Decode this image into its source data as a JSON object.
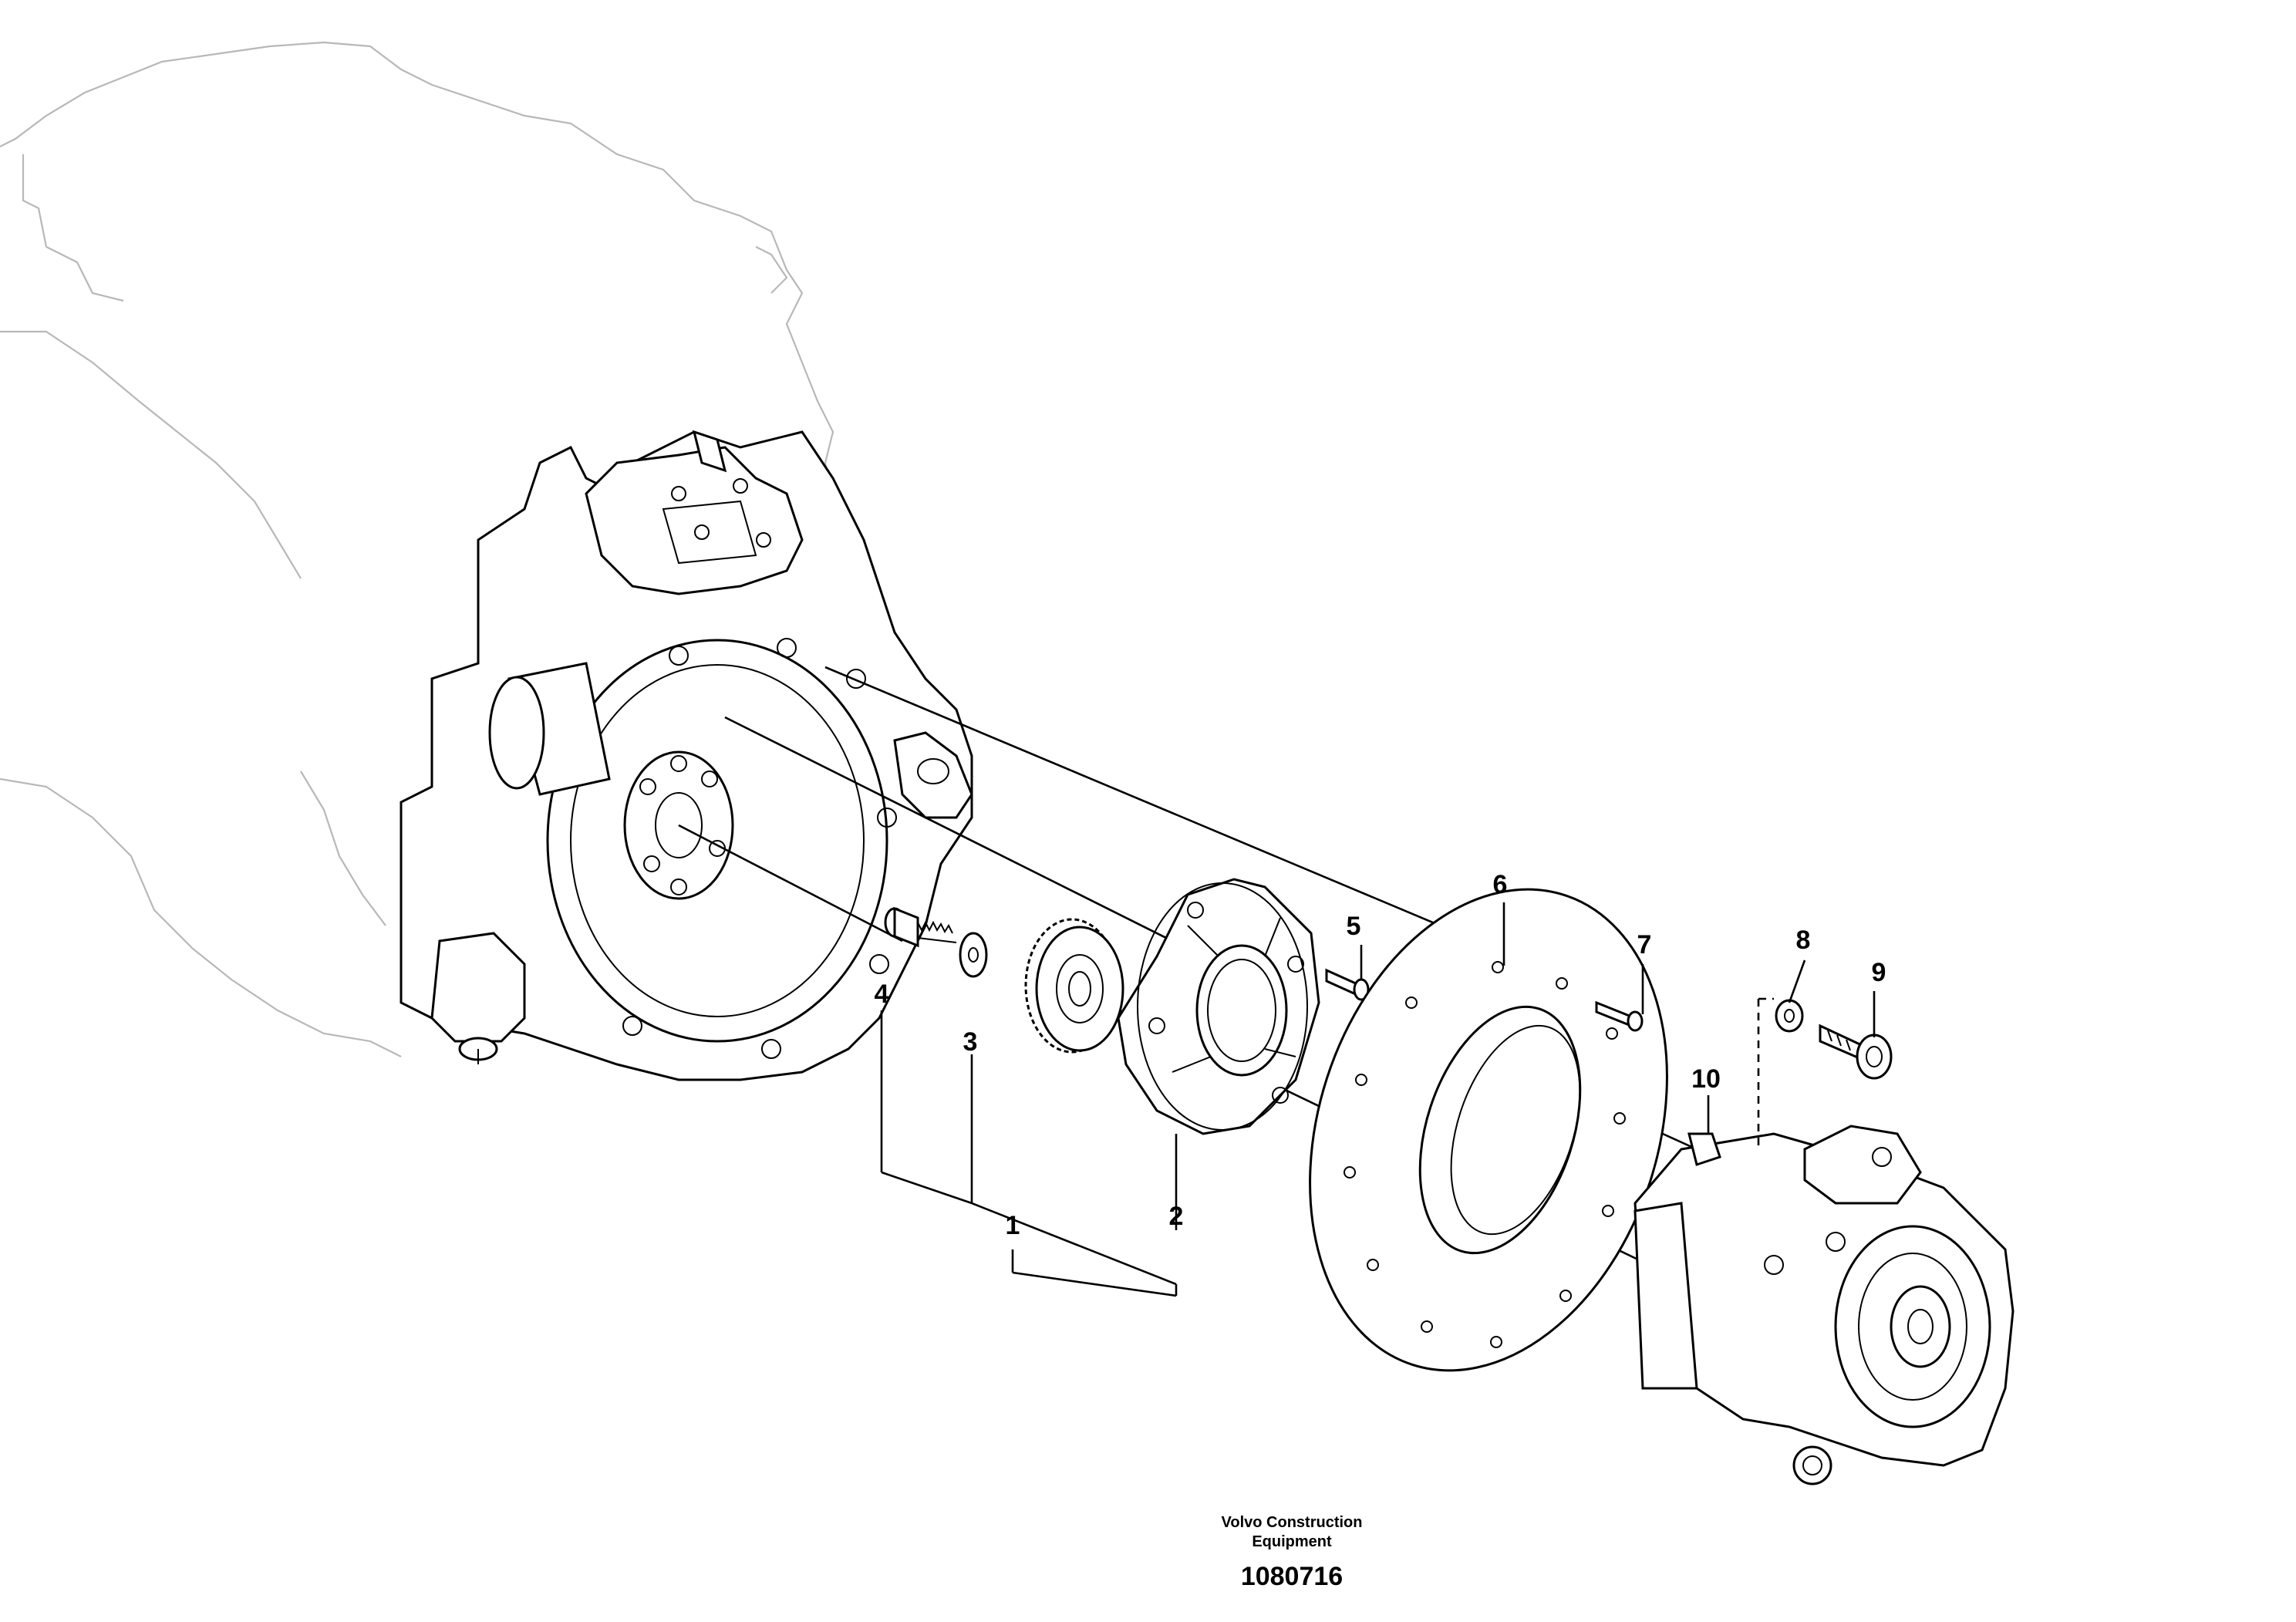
{
  "callouts": [
    {
      "id": "1",
      "label": "1"
    },
    {
      "id": "2",
      "label": "2"
    },
    {
      "id": "3",
      "label": "3"
    },
    {
      "id": "4",
      "label": "4"
    },
    {
      "id": "5",
      "label": "5"
    },
    {
      "id": "6",
      "label": "6"
    },
    {
      "id": "7",
      "label": "7"
    },
    {
      "id": "8",
      "label": "8"
    },
    {
      "id": "9",
      "label": "9"
    },
    {
      "id": "10",
      "label": "10"
    }
  ],
  "footer": {
    "publisher_line1": "Volvo Construction",
    "publisher_line2": "Equipment",
    "document_number": "1080716"
  },
  "colors": {
    "ink": "#000000",
    "ghost_outline": "#b8b8b8",
    "background": "#ffffff"
  }
}
